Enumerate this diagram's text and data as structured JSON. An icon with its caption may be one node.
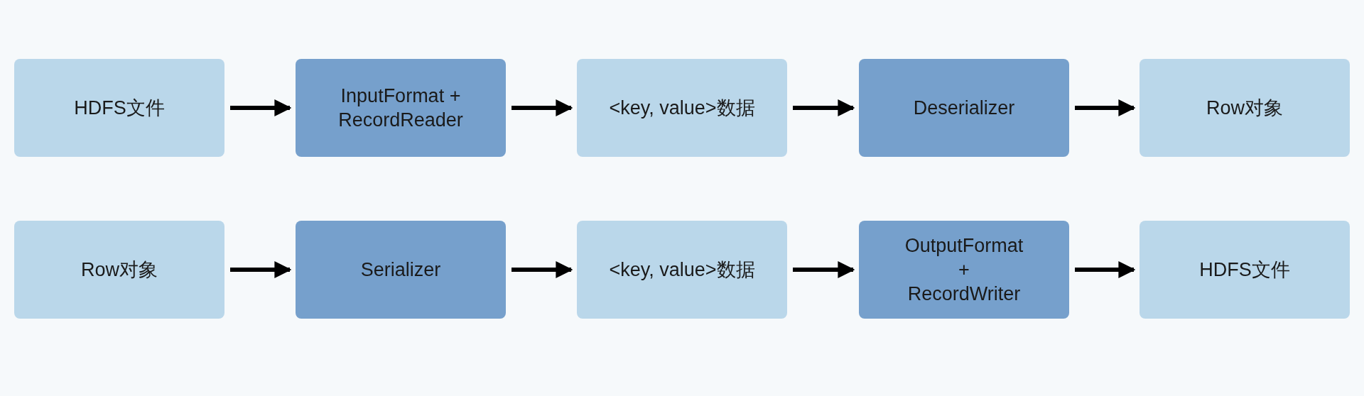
{
  "diagram": {
    "nodes": [
      {
        "text": [
          "HDFS文件"
        ]
      },
      {
        "text": [
          "InputFormat + RecordReader"
        ]
      },
      {
        "text": [
          "<key, value>数据"
        ]
      },
      {
        "text": [
          "Deserializer"
        ]
      },
      {
        "text": [
          "Row对象"
        ]
      },
      {
        "text": [
          "Row对象"
        ]
      },
      {
        "text": [
          "Serializer"
        ]
      },
      {
        "text": [
          "<key, value>数据"
        ]
      },
      {
        "text": [
          "OutputFormat + RecordWriter"
        ]
      },
      {
        "text": [
          "HDFS文件"
        ]
      }
    ],
    "edges": [
      {
        "from": 0,
        "to": 1,
        "arrow": "to"
      },
      {
        "from": 1,
        "to": 2,
        "arrow": "to"
      },
      {
        "from": 2,
        "to": 3,
        "arrow": "to"
      },
      {
        "from": 3,
        "to": 4,
        "arrow": "to"
      },
      {
        "from": 5,
        "to": 6,
        "arrow": "to"
      },
      {
        "from": 6,
        "to": 7,
        "arrow": "to"
      },
      {
        "from": 7,
        "to": 8,
        "arrow": "to"
      },
      {
        "from": 8,
        "to": 9,
        "arrow": "to"
      }
    ]
  }
}
